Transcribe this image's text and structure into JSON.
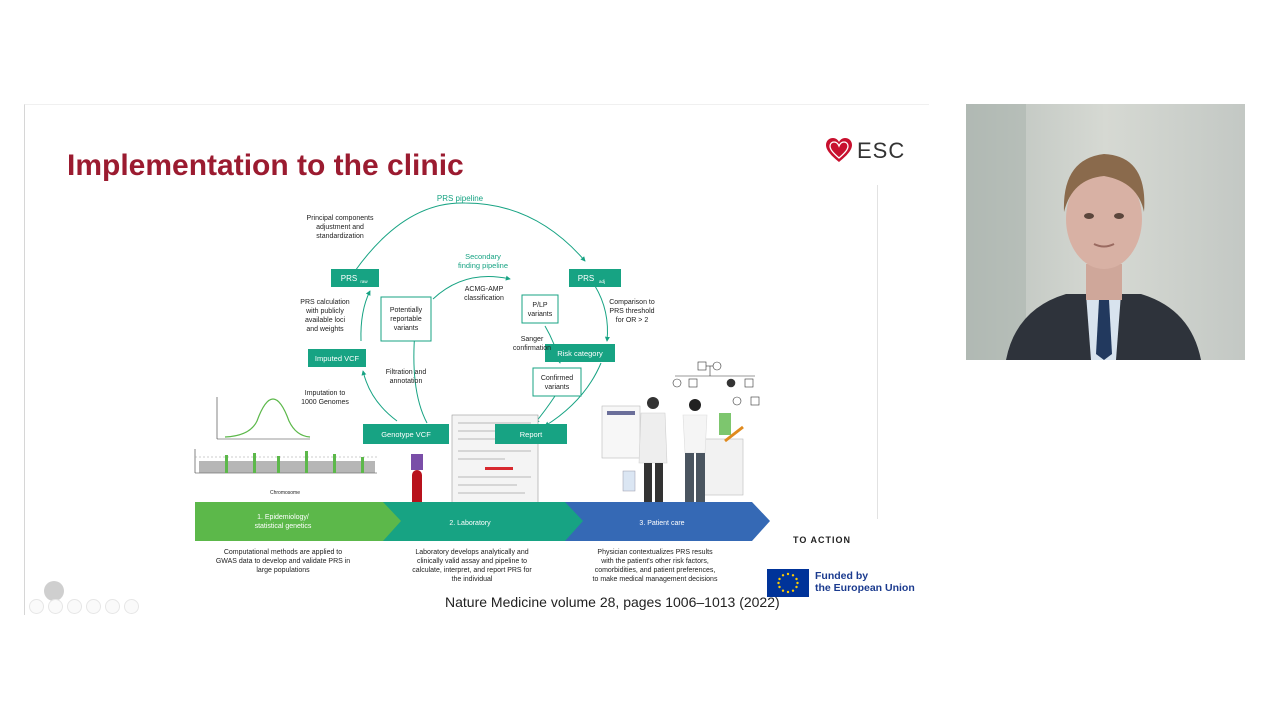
{
  "slide": {
    "title": "Implementation to the clinic",
    "logo_text": "ESC",
    "citation": "Nature Medicine volume 28, pages 1006–1013 (2022)",
    "funding_text_line1": "Funded by",
    "funding_text_line2": "the European Union",
    "partner_logo_text": "TO ACTION"
  },
  "diagram": {
    "pipeline_label": "PRS pipeline",
    "secondary_label_1": "Secondary",
    "secondary_label_2": "finding pipeline",
    "boxes": {
      "prs_raw": "PRS",
      "prs_raw_sub": "raw",
      "prs_adj": "PRS",
      "prs_adj_sub": "adj",
      "imputed_vcf": "Imputed VCF",
      "genotype_vcf": "Genotype VCF",
      "report": "Report",
      "risk_category": "Risk category",
      "potentially_1": "Potentially",
      "potentially_2": "reportable",
      "potentially_3": "variants",
      "plp_1": "P/LP",
      "plp_2": "variants",
      "confirmed_1": "Confirmed",
      "confirmed_2": "variants"
    },
    "notes": {
      "pca_1": "Principal components",
      "pca_2": "adjustment and",
      "pca_3": "standardization",
      "prs_calc_1": "PRS calculation",
      "prs_calc_2": "with publicly",
      "prs_calc_3": "available loci",
      "prs_calc_4": "and weights",
      "imputation_1": "Imputation to",
      "imputation_2": "1000 Genomes",
      "filtration_1": "Filtration and",
      "filtration_2": "annotation",
      "acmg_1": "ACMG-AMP",
      "acmg_2": "classification",
      "sanger_1": "Sanger",
      "sanger_2": "confirmation",
      "comparison_1": "Comparison to",
      "comparison_2": "PRS threshold",
      "comparison_3": "for OR > 2",
      "chromosome": "Chromosome"
    },
    "stages": {
      "stage1_1": "1. Epidemiology/",
      "stage1_2": "statistical genetics",
      "stage2": "2. Laboratory",
      "stage3": "3. Patient care"
    },
    "descriptions": {
      "d1_1": "Computational methods are applied to",
      "d1_2": "GWAS data to develop and validate PRS in",
      "d1_3": "large populations",
      "d2_1": "Laboratory develops analytically and",
      "d2_2": "clinically valid assay and pipeline to",
      "d2_3": "calculate, interpret, and report PRS for",
      "d2_4": "the individual",
      "d3_1": "Physician contextualizes PRS results",
      "d3_2": "with the patient's other risk factors,",
      "d3_3": "comorbidities, and patient preferences,",
      "d3_4": "to make medical management decisions"
    },
    "colors": {
      "teal": "#17a383",
      "green": "#5cb84a",
      "blue": "#3569b5",
      "title": "#9b1b30"
    }
  }
}
